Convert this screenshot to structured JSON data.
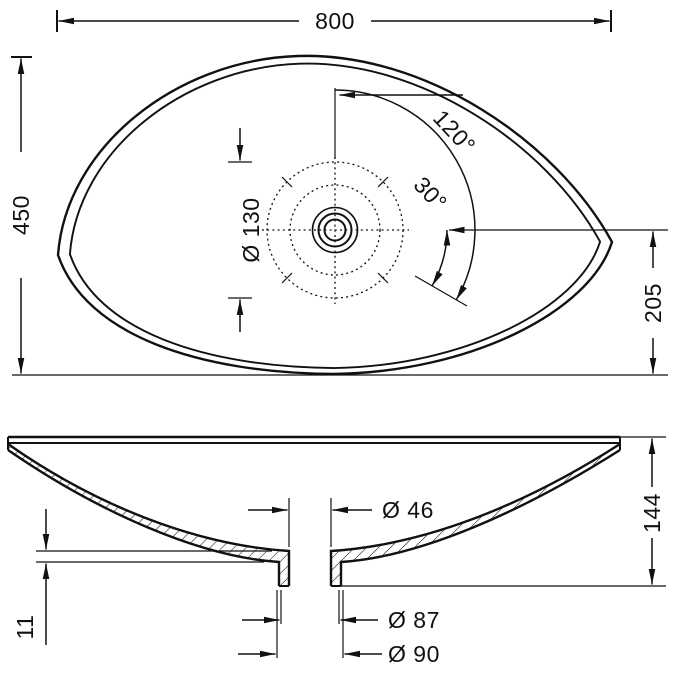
{
  "colors": {
    "line": "#111111",
    "background": "#ffffff"
  },
  "top_view": {
    "width": "800",
    "height": "450",
    "drain_circle_diameter": "Ø 130",
    "angle_from_vertical": "120°",
    "angle_from_horizontal": "30°",
    "drain_center_to_bottom": "205"
  },
  "section_view": {
    "drain_opening_top": "Ø 46",
    "total_height": "144",
    "bottom_thickness": "11",
    "drain_flange": "Ø 87",
    "drain_outer": "Ø 90"
  }
}
